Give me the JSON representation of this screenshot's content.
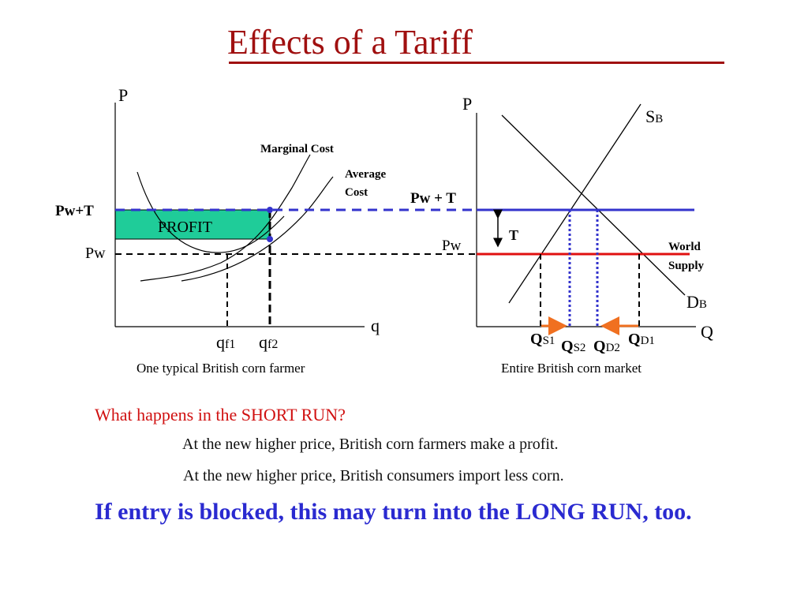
{
  "slide": {
    "title": "Effects of a Tariff"
  },
  "left_graph": {
    "y_axis_label": "P",
    "x_axis_label": "q",
    "mc_label": "Marginal Cost",
    "ac_label_line1": "Average",
    "ac_label_line2": "Cost",
    "pwt_label": "Pw+T",
    "pw_label": "Pw",
    "profit_label": "PROFIT",
    "qf1_main": "q",
    "qf1_sub": "f1",
    "qf2_main": "q",
    "qf2_sub": "f2",
    "caption": "One typical British corn farmer",
    "profit_color": "#1fcc99"
  },
  "right_graph": {
    "y_axis_label": "P",
    "x_axis_label": "Q",
    "supply_main": "S",
    "supply_sub": "B",
    "demand_main": "D",
    "demand_sub": "B",
    "pwt_label": "Pw + T",
    "pw_label": "Pw",
    "t_label": "T",
    "world_supply_line1": "World",
    "world_supply_line2": "Supply",
    "qs1_main": "Q",
    "qs1_sub": "S1",
    "qs2_main": "Q",
    "qs2_sub": "S2",
    "qd2_main": "Q",
    "qd2_sub": "D2",
    "qd1_main": "Q",
    "qd1_sub": "D1",
    "caption": "Entire British corn market",
    "pwt_line_color": "#3333cc",
    "pw_line_color": "#e01010",
    "arrow_color": "#f07020"
  },
  "text": {
    "question": "What happens in the SHORT RUN?",
    "point1": "At the new higher price, British corn farmers make a profit.",
    "point2": "At the new higher price, British consumers import less corn.",
    "conclusion": "If entry is blocked, this may turn into the LONG RUN, too."
  }
}
